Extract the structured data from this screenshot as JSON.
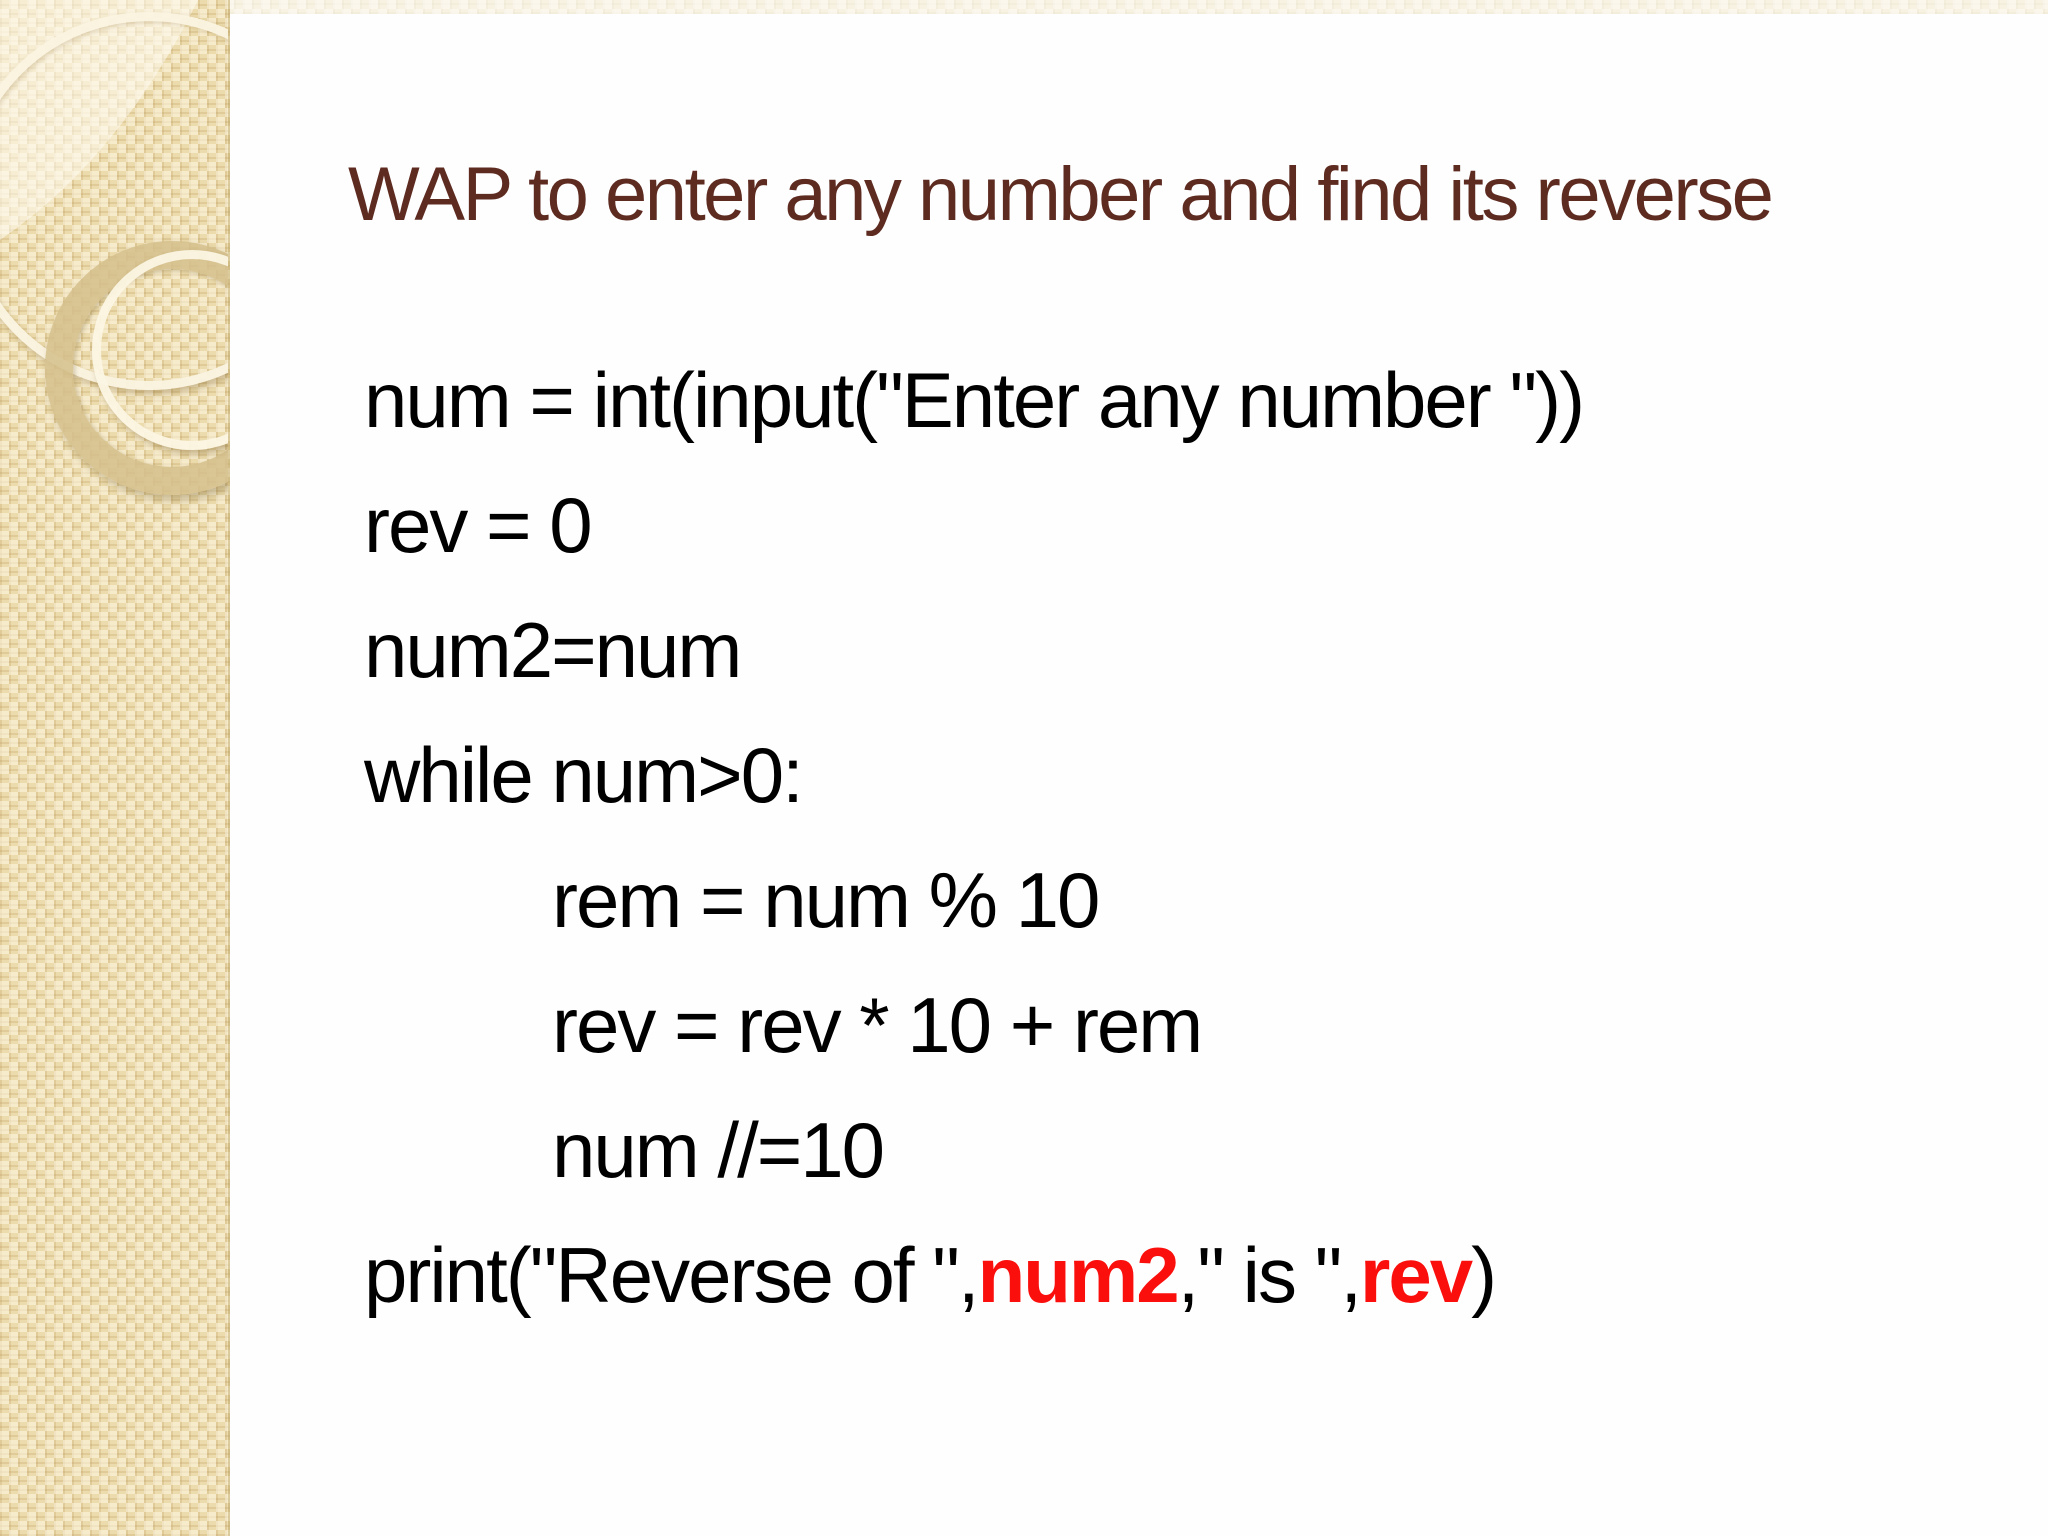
{
  "slide": {
    "title": "WAP to enter any number and find its reverse",
    "code": {
      "line1": "num = int(input(\"Enter any number \"))",
      "line2": "rev = 0",
      "line3": "num2=num",
      "line4": "while num>0:",
      "line5": "rem = num % 10",
      "line6": "rev = rev * 10 + rem",
      "line7": "num //=10",
      "print_line": {
        "part1": "print(\"Reverse of \",",
        "var1": "num2",
        "part2": ",\" is \",",
        "var2": "rev",
        "part3": ")"
      }
    },
    "colors": {
      "title_text": "#5e2b21",
      "code_text": "#000000",
      "highlight_text": "#fa0f0d",
      "sidebar_base": "#ecdbac",
      "background": "#fefefe"
    }
  }
}
